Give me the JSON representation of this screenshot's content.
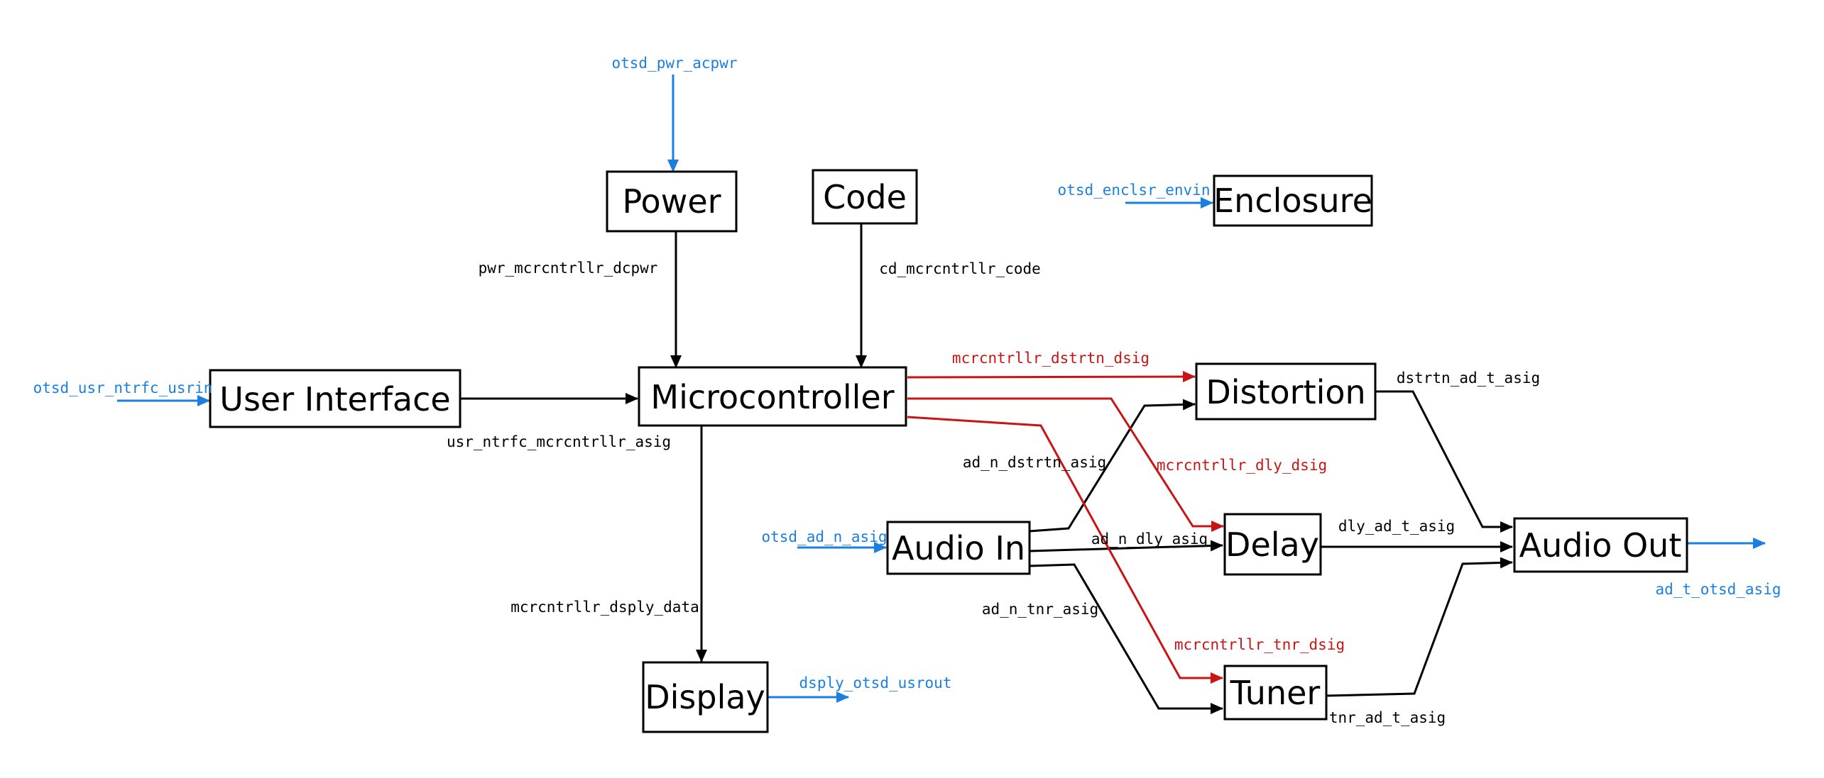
{
  "colors": {
    "internal": "#000000",
    "external": "#1a7fe0",
    "control": "#c81414"
  },
  "blocks": {
    "power": "Power",
    "code": "Code",
    "enclosure": "Enclosure",
    "user_interface": "User Interface",
    "microcontroller": "Microcontroller",
    "distortion": "Distortion",
    "delay": "Delay",
    "audio_in": "Audio In",
    "audio_out": "Audio Out",
    "tuner": "Tuner",
    "display": "Display"
  },
  "signals": {
    "otsd_pwr_acpwr": "otsd_pwr_acpwr",
    "otsd_enclsr_envin": "otsd_enclsr_envin",
    "otsd_usr_ntrfc_usrin": "otsd_usr_ntrfc_usrin",
    "otsd_ad_n_asig": "otsd_ad_n_asig",
    "pwr_mcrcntrllr_dcpwr": "pwr_mcrcntrllr_dcpwr",
    "cd_mcrcntrllr_code": "cd_mcrcntrllr_code",
    "usr_ntrfc_mcrcntrllr_asig": "usr_ntrfc_mcrcntrllr_asig",
    "mcrcntrllr_dstrtn_dsig": "mcrcntrllr_dstrtn_dsig",
    "mcrcntrllr_dly_dsig": "mcrcntrllr_dly_dsig",
    "mcrcntrllr_tnr_dsig": "mcrcntrllr_tnr_dsig",
    "mcrcntrllr_dsply_data": "mcrcntrllr_dsply_data",
    "dsply_otsd_usrout": "dsply_otsd_usrout",
    "ad_n_dstrtn_asig": "ad_n_dstrtn_asig",
    "ad_n_dly_asig": "ad_n_dly_asig",
    "ad_n_tnr_asig": "ad_n_tnr_asig",
    "dstrtn_ad_t_asig": "dstrtn_ad_t_asig",
    "dly_ad_t_asig": "dly_ad_t_asig",
    "tnr_ad_t_asig": "tnr_ad_t_asig",
    "ad_t_otsd_asig": "ad_t_otsd_asig"
  }
}
